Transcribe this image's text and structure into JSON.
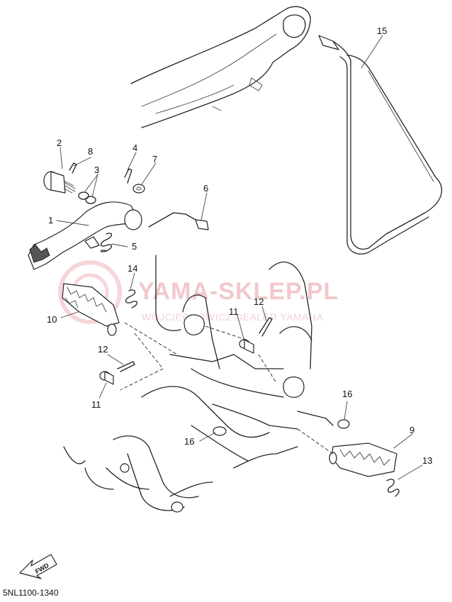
{
  "callouts": {
    "c1": "1",
    "c2": "2",
    "c3": "3",
    "c4": "4",
    "c5": "5",
    "c6": "6",
    "c7": "7",
    "c8": "8",
    "c9": "9",
    "c10": "10",
    "c11a": "11",
    "c11b": "11",
    "c12a": "12",
    "c12b": "12",
    "c13": "13",
    "c14": "14",
    "c15": "15",
    "c16a": "16",
    "c16b": "16"
  },
  "watermark": {
    "title": "YAMA-SKLEP.PL",
    "subtitle": "WOJCIECHOWICZ DEALER YAMAHA"
  },
  "direction_label": "FWD",
  "diagram_code": "5NL1100-1340",
  "colors": {
    "line": "#222222",
    "watermark": "#f2c8cc",
    "background": "#ffffff"
  }
}
